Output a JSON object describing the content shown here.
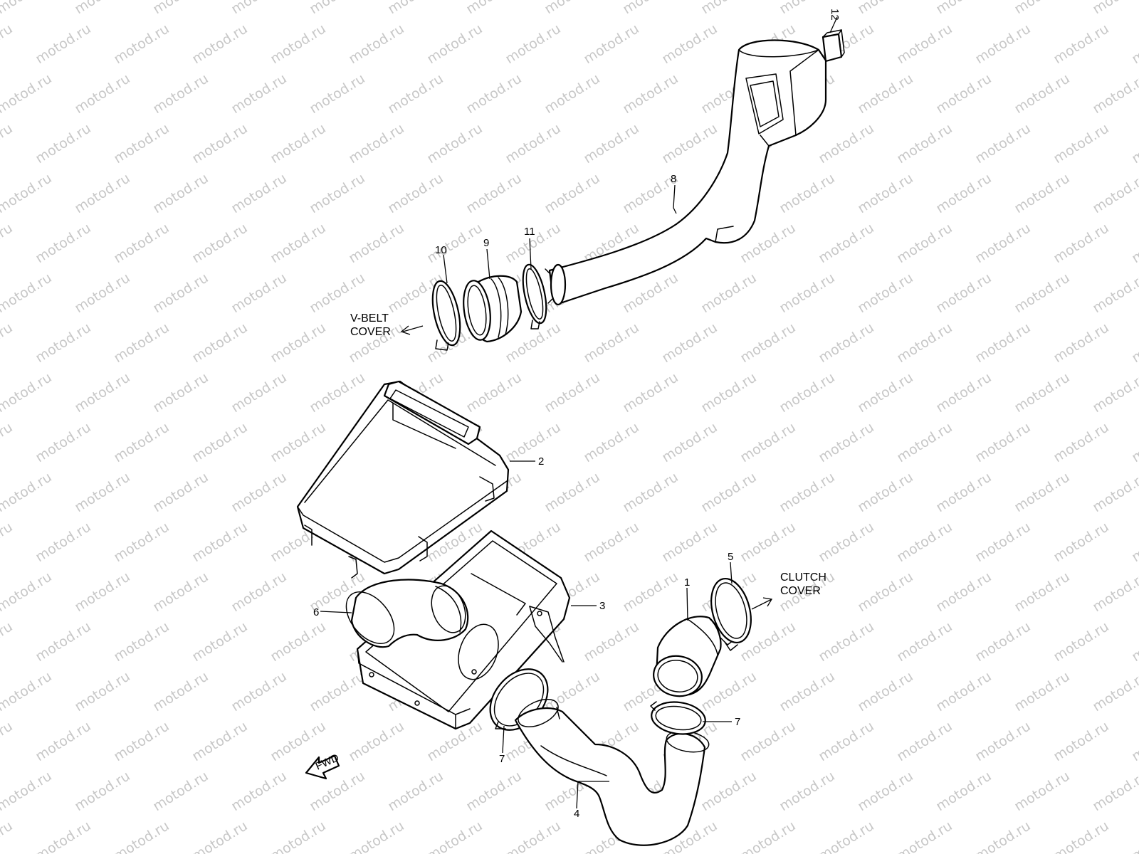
{
  "watermark": "motod.ru",
  "callouts": {
    "c1": "1",
    "c2": "2",
    "c3": "3",
    "c4": "4",
    "c5": "5",
    "c6": "6",
    "c7a": "7",
    "c7b": "7",
    "c8": "8",
    "c9": "9",
    "c10": "10",
    "c11": "11",
    "c12": "12"
  },
  "notes": {
    "vbelt_line1": "V-BELT",
    "vbelt_line2": "COVER",
    "clutch_line1": "CLUTCH",
    "clutch_line2": "COVER",
    "fwd": "FWD"
  }
}
